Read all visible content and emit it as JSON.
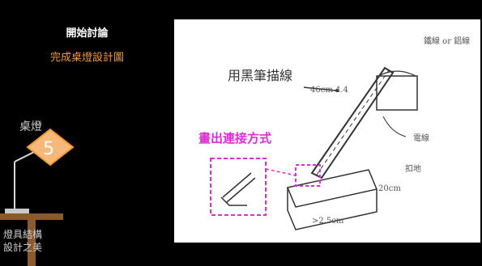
{
  "left": {
    "title": "開始討論",
    "subtitle": "完成桌燈設計圖",
    "lamp_label": "桌燈",
    "badge_number": "5",
    "caption_line1": "燈具結構",
    "caption_line2": "設計之美"
  },
  "board": {
    "annotation_draw": "用黑筆描線",
    "annotation_connect": "畫出連接方式",
    "hand_notes": {
      "wire": "鐵線 or 鋁線",
      "length": "46cm 4.4",
      "wire2": "電線",
      "base": "扣地",
      "width": "20cm",
      "depth": ">2.5cm"
    }
  },
  "colors": {
    "accent_orange": "#f39a2b",
    "accent_magenta": "#e12ad6"
  }
}
